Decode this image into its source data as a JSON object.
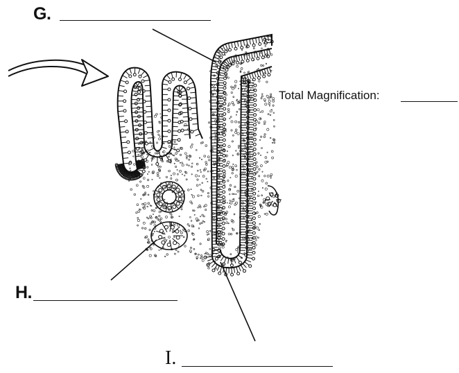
{
  "labels": {
    "g": "G.",
    "h": "H.",
    "i": "I."
  },
  "magnification": {
    "label": "Total Magnification:"
  },
  "colors": {
    "ink": "#111111",
    "background": "#ffffff"
  },
  "icons": {
    "arrow": "curved-arrow-icon"
  }
}
